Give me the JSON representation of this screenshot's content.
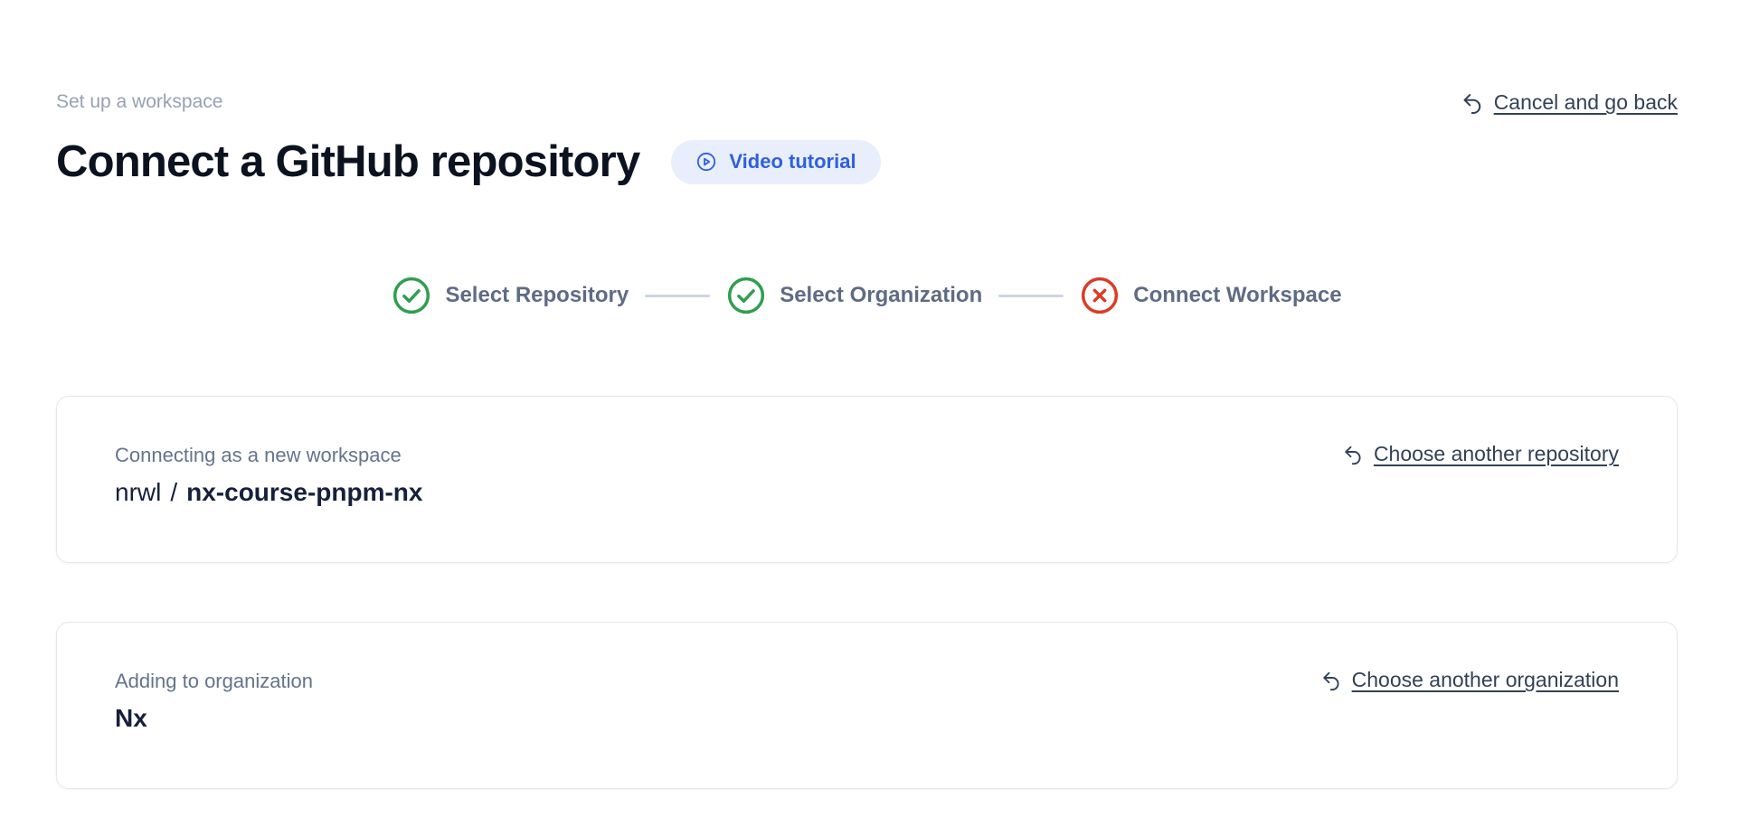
{
  "page": {
    "eyebrow": "Set up a workspace",
    "title": "Connect a GitHub repository"
  },
  "header": {
    "video_tutorial": {
      "label": "Video tutorial",
      "icon": "play-circle-icon"
    },
    "cancel": {
      "label": "Cancel and go back",
      "icon": "undo-arrow-icon"
    }
  },
  "stepper": {
    "steps": [
      {
        "label": "Select Repository",
        "status": "complete",
        "icon": "check-circle-icon"
      },
      {
        "label": "Select Organization",
        "status": "complete",
        "icon": "check-circle-icon"
      },
      {
        "label": "Connect Workspace",
        "status": "error",
        "icon": "x-circle-icon"
      }
    ]
  },
  "repository_card": {
    "label": "Connecting as a new workspace",
    "owner": "nrwl",
    "separator": "/",
    "repo": "nx-course-pnpm-nx",
    "change_link": {
      "label": "Choose another repository",
      "icon": "undo-arrow-icon"
    }
  },
  "organization_card": {
    "label": "Adding to organization",
    "name": "Nx",
    "change_link": {
      "label": "Choose another organization",
      "icon": "undo-arrow-icon"
    }
  },
  "colors": {
    "accent_blue": "#2f5fe0",
    "accent_blue_bg": "#e8eefc",
    "success_green": "#2f9e4f",
    "error_red": "#dc3b26",
    "link_text": "#334155",
    "muted_text": "#64748b",
    "heading_text": "#0b1220"
  }
}
